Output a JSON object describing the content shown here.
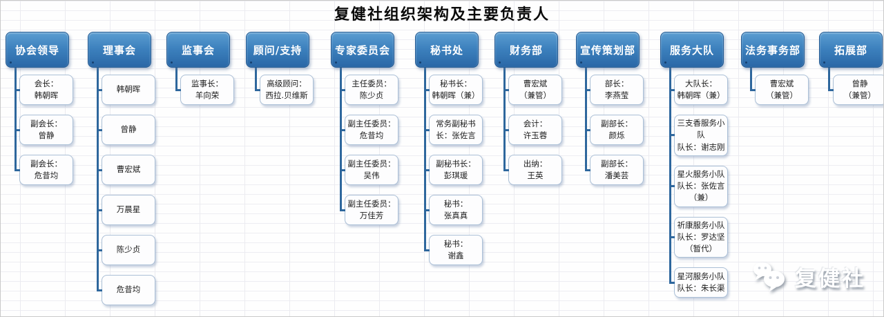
{
  "title": "复健社组织架构及主要负责人",
  "colors": {
    "header_blue_top": "#5b9dd1",
    "header_blue_bottom": "#2a67a6",
    "connector_blue": "#2e679d",
    "child_border": "#aabfd6"
  },
  "org": {
    "columns": [
      {
        "header": "协会领导",
        "children": [
          "会长：\n韩朝晖",
          "副会长：\n曾静",
          "副会长：\n危昔均"
        ]
      },
      {
        "header": "理事会",
        "children": [
          "韩朝晖",
          "曾静",
          "曹宏斌",
          "万晨星",
          "陈少贞",
          "危昔均"
        ]
      },
      {
        "header": "监事会",
        "children": [
          "监事长：\n羊向荣"
        ]
      },
      {
        "header": "顾问/支持",
        "children": [
          "高级顾问：\n西拉.贝维斯"
        ]
      },
      {
        "header": "专家委员会",
        "children": [
          "主任委员：\n陈少贞",
          "副主任委员：\n危昔均",
          "副主任委员：\n吴伟",
          "副主任委员：\n万佳芳"
        ]
      },
      {
        "header": "秘书处",
        "children": [
          "秘书长：\n韩朝晖（兼）",
          "常务副秘书\n长：张佐言",
          "副秘书长：\n彭琪瑗",
          "秘书：\n张真真",
          "秘书：\n谢鑫"
        ]
      },
      {
        "header": "财务部",
        "children": [
          "曹宏斌\n（兼管）",
          "会计：\n许玉蓉",
          "出纳：\n王英"
        ]
      },
      {
        "header": "宣传策划部",
        "children": [
          "部长：\n李燕莹",
          "副部长：\n颜烁",
          "副部长：\n潘美芸"
        ]
      },
      {
        "header": "服务大队",
        "children": [
          "大队长：\n韩朝晖（兼）",
          "三支香服务小\n队\n队长：谢志刚",
          "星火服务小队\n队长：张佐言\n（兼）",
          "祈康服务小队\n队长：罗达坚\n（暂代）",
          "星河服务小队\n队长：朱长渠"
        ]
      },
      {
        "header": "法务事务部",
        "children": [
          "曹宏斌\n（兼管）"
        ]
      },
      {
        "header": "拓展部",
        "children": [
          "曾静\n（兼管）"
        ]
      }
    ]
  },
  "logo": {
    "icon": "wechat-icon",
    "text": "复健社"
  }
}
